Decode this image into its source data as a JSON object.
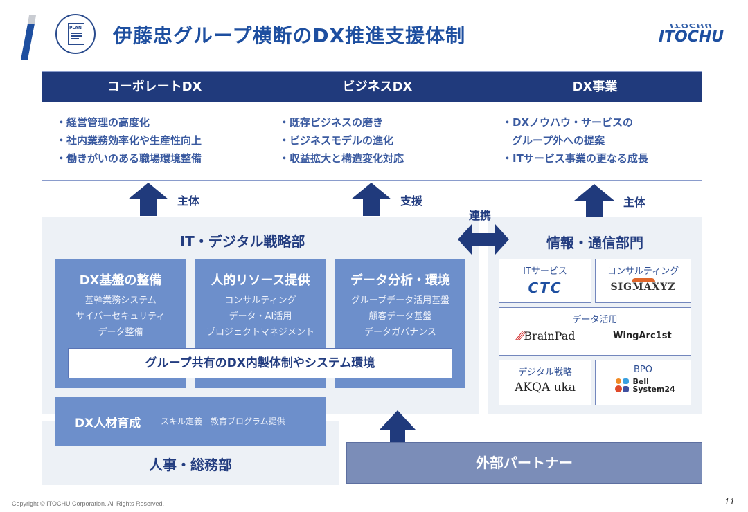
{
  "header": {
    "title": "伊藤忠グループ横断のDX推進支援体制",
    "plan_icon_text": "PLAN",
    "logo_text": "ITOCHU"
  },
  "top_boxes": [
    {
      "title": "コーポレートDX",
      "items": [
        "・経営管理の高度化",
        "・社内業務効率化や生産性向上",
        "・働きがいのある職場環境整備"
      ]
    },
    {
      "title": "ビジネスDX",
      "items": [
        "・既存ビジネスの磨き",
        "・ビジネスモデルの進化",
        "・収益拡大と構造変化対応"
      ]
    },
    {
      "title": "DX事業",
      "items": [
        "・DXノウハウ・サービスの",
        "グループ外への提案",
        "・ITサービス事業の更なる成長"
      ]
    }
  ],
  "arrows": {
    "left_label": "主体",
    "middle_label": "支援",
    "right_label": "主体",
    "link_label": "連携"
  },
  "it_panel": {
    "title": "IT・デジタル戦略部",
    "boxes": [
      {
        "title": "DX基盤の整備",
        "items": [
          "基幹業務システム",
          "サイバーセキュリティ",
          "データ整備"
        ]
      },
      {
        "title": "人的リソース提供",
        "items": [
          "コンサルティング",
          "データ・AI活用",
          "プロジェクトマネジメント"
        ]
      },
      {
        "title": "データ分析・環境",
        "items": [
          "グループデータ活用基盤",
          "顧客データ基盤",
          "データガバナンス"
        ]
      }
    ],
    "shared_bar": "グループ共有のDX内製体制やシステム環境"
  },
  "info_panel": {
    "title": "情報・通信部門",
    "companies": [
      {
        "category": "ITサービス",
        "logos": [
          "CTC"
        ]
      },
      {
        "category": "コンサルティング",
        "logos": [
          "SIGMAXYZ"
        ]
      },
      {
        "category": "データ活用",
        "logos": [
          "BrainPad",
          "WingArc1st"
        ]
      },
      {
        "category": "デジタル戦略",
        "logos": [
          "AKQA uka"
        ]
      },
      {
        "category": "BPO",
        "logos": [
          "Bell System24"
        ]
      }
    ]
  },
  "hr_panel": {
    "box_title": "DX人材育成",
    "box_items": "スキル定義　教育プログラム提供",
    "title": "人事・総務部"
  },
  "external": {
    "label": "外部パートナー"
  },
  "footer": {
    "copyright": "Copyright © ITOCHU Corporation. All Rights Reserved.",
    "page_number": "11"
  },
  "colors": {
    "navy": "#203a7c",
    "title_blue": "#1e4fa0",
    "box_blue": "#6d8fcb",
    "panel_bg": "#edf1f6",
    "external_bg": "#7b8db8"
  }
}
